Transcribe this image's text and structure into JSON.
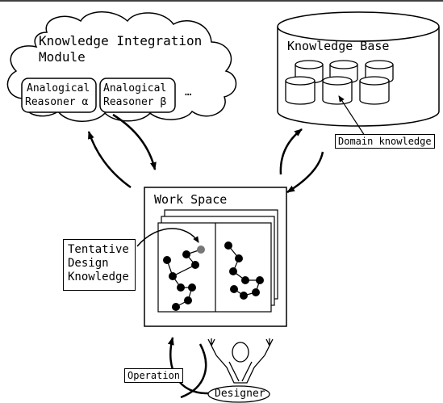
{
  "module": {
    "title_line1": "Knowledge Integration",
    "title_line2": "Module",
    "reasoner_a_line1": "Analogical",
    "reasoner_a_line2": "Reasoner α",
    "reasoner_b_line1": "Analogical",
    "reasoner_b_line2": "Reasoner β",
    "ellipsis": "…"
  },
  "knowledge_base": {
    "title": "Knowledge Base",
    "domain_label": "Domain knowledge"
  },
  "work_space": {
    "title": "Work Space"
  },
  "tentative": {
    "line1": "Tentative",
    "line2": "Design",
    "line3": "Knowledge"
  },
  "operation_label": "Operation",
  "designer_label": "Designer",
  "colors": {
    "line": "#000000",
    "highlight_node": "#777777"
  }
}
